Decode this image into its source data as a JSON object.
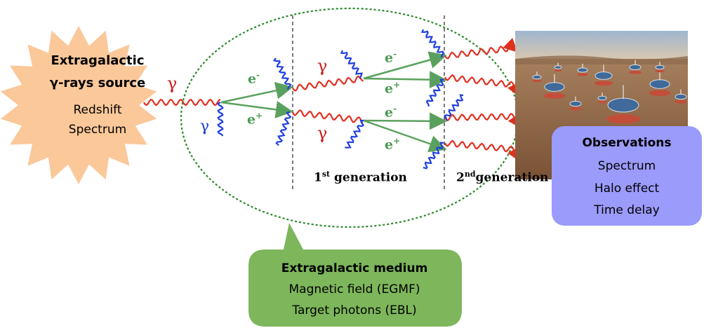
{
  "source": {
    "title_line1": "Extragalactic",
    "title_line2": "γ-rays source",
    "item1": "Redshift",
    "item2": "Spectrum",
    "fill_color": "#fbc89a"
  },
  "particles": {
    "gamma": "γ",
    "electron_symbol": "e",
    "electron_sign": "-",
    "positron_symbol": "e",
    "positron_sign": "+"
  },
  "generations": {
    "first_num": "1",
    "first_sup": "st",
    "first_word": " generation",
    "second_num": "2",
    "second_sup": "nd",
    "second_word": "generation"
  },
  "observations": {
    "title": "Observations",
    "item1": "Spectrum",
    "item2": "Halo effect",
    "item3": "Time delay",
    "fill_color": "#9b9bfb"
  },
  "medium": {
    "title": "Extragalactic medium",
    "item1": "Magnetic field (EGMF)",
    "item2": "Target photons (EBL)",
    "fill_color": "#7db65b"
  },
  "colors": {
    "photon": "#e03020",
    "target_photon": "#1f3fe0",
    "pair": "#5aa05e",
    "ellipse": "#2a8a2a"
  },
  "icons": {
    "telescope_image": "telescope-array-photo"
  }
}
